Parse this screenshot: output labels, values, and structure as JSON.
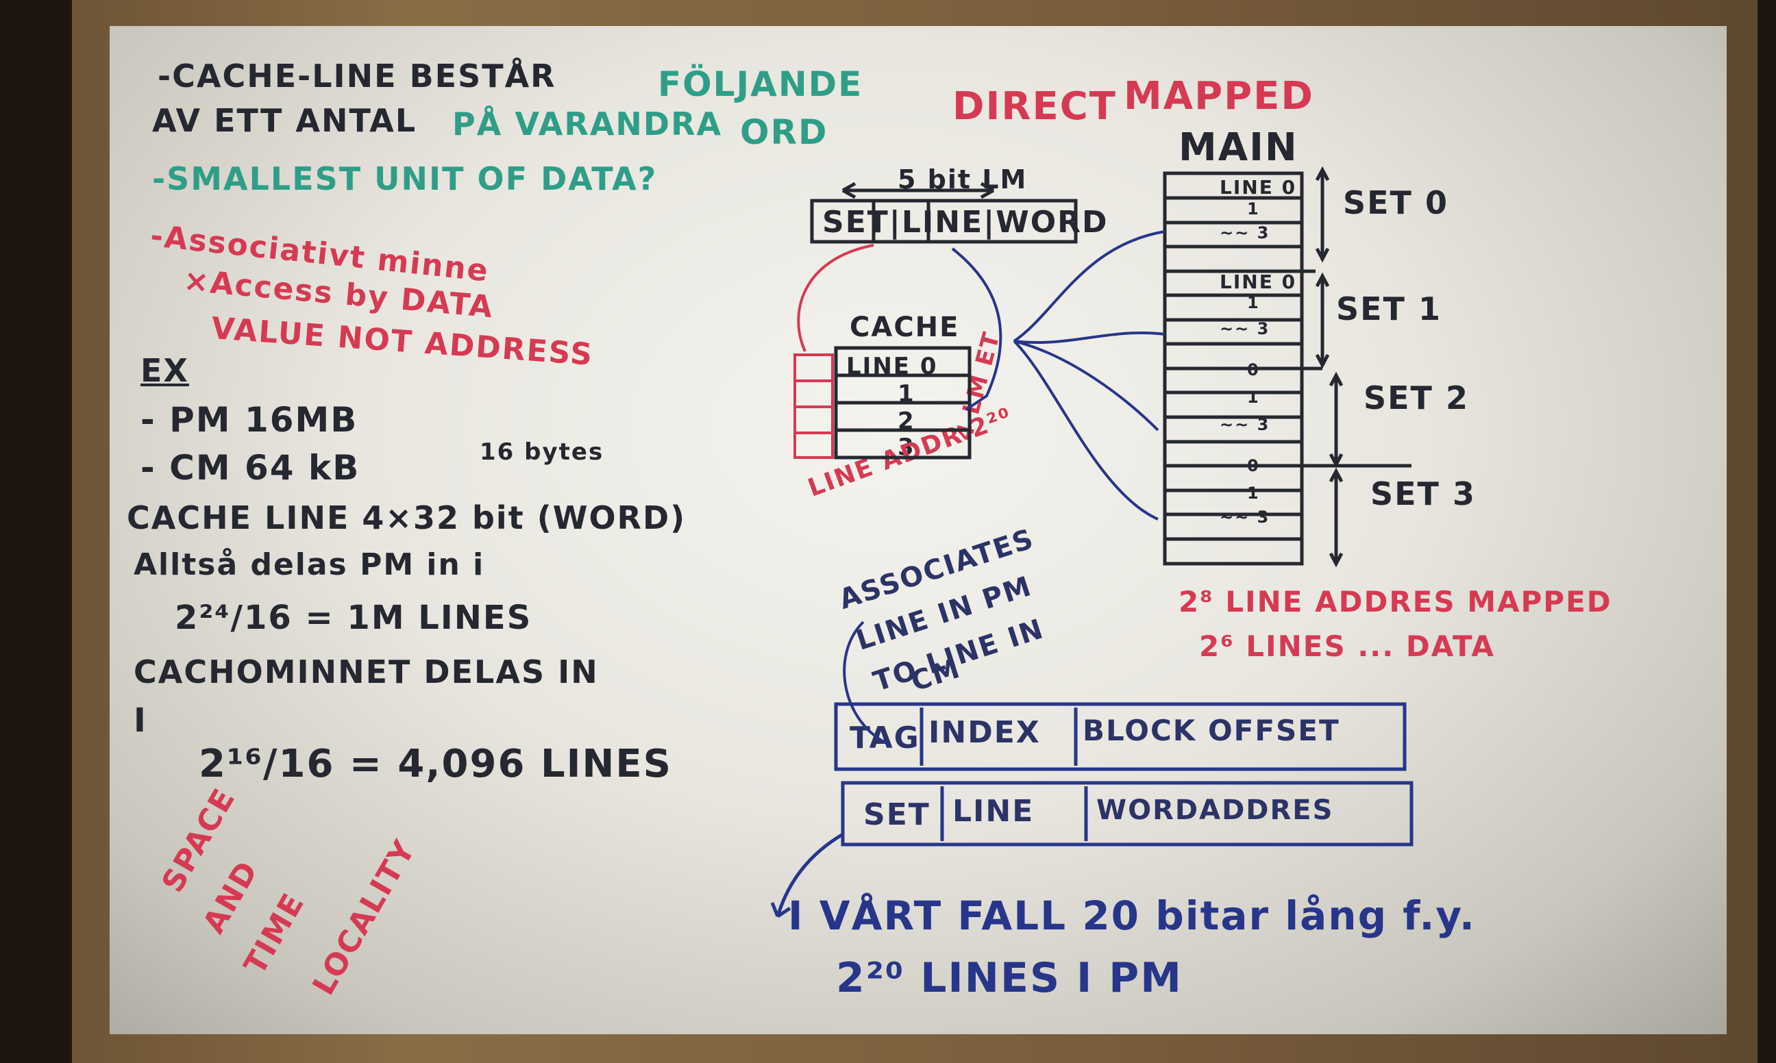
{
  "board": {
    "left_notes": {
      "line1": "-CACHE-LINE BESTÅR",
      "line2": "AV ETT ANTAL",
      "line2b": "PÅ VARANDRA",
      "folj1": "FÖLJANDE",
      "folj2": "ORD",
      "unit": "-SMALLEST UNIT OF DATA?",
      "assoc1": "-Associativt minne",
      "assoc2": "×Access by DATA",
      "assoc3": "VALUE NOT ADDRESS",
      "ex": "EX",
      "pm": "- PM 16MB",
      "cm": "- CM 64 kB",
      "bytes": "16 bytes",
      "cacheline": "CACHE LINE 4×32 bit (WORD)",
      "alltsa": "Alltså delas PM in i",
      "mlines": "2²⁴/16 = 1M LINES",
      "cachominnet": "CACHOMINNET DELAS IN",
      "i": "I",
      "lines4096": "2¹⁶/16 = 4,096 LINES"
    },
    "locality": {
      "space": "SPACE",
      "and": "AND",
      "time": "TIME",
      "locality": "LOCALITY"
    },
    "mapping": {
      "direct": "DIRECT",
      "mapped": "MAPPED",
      "main": "MAIN",
      "bitlabel": "5 bit LM",
      "address_fields": "SET|LINE|WORD",
      "cache": "CACHE",
      "cache_lines": [
        "LINE 0",
        "1",
        "2",
        "3"
      ],
      "main_lines": [
        "LINE 0",
        "1",
        "~~ 3",
        "",
        "LINE 0",
        "1",
        "~~ 3",
        "",
        "0",
        "1",
        "~~ 3",
        "",
        "0",
        "1",
        "~~ 3",
        ""
      ],
      "sets": [
        "SET 0",
        "SET 1",
        "SET 2",
        "SET 3"
      ],
      "line_addr": "LINE ADDR 2²⁰",
      "lmet": "4 LM ET",
      "assoc_a": "ASSOCIATES",
      "assoc_b": "LINE IN PM",
      "assoc_c": "TO LINE IN",
      "assoc_d": "CM",
      "red_bottom1": "2⁸ LINE ADDRES MAPPED",
      "red_bottom2": "2⁶ LINES ... DATA"
    },
    "address_boxes": {
      "tag": "TAG",
      "index": "INDEX",
      "offset": "BLOCK OFFSET",
      "set": "SET",
      "line": "LINE",
      "word": "WORDADDRES"
    },
    "conclusion": {
      "line1": "I VÅRT FALL 20 bitar lång f.y.",
      "line2": "2²⁰ LINES I PM"
    }
  },
  "colors": {
    "black_marker": "#252830",
    "red_marker": "#d63a53",
    "teal_marker": "#2f9e88",
    "blue_marker": "#27368a"
  }
}
